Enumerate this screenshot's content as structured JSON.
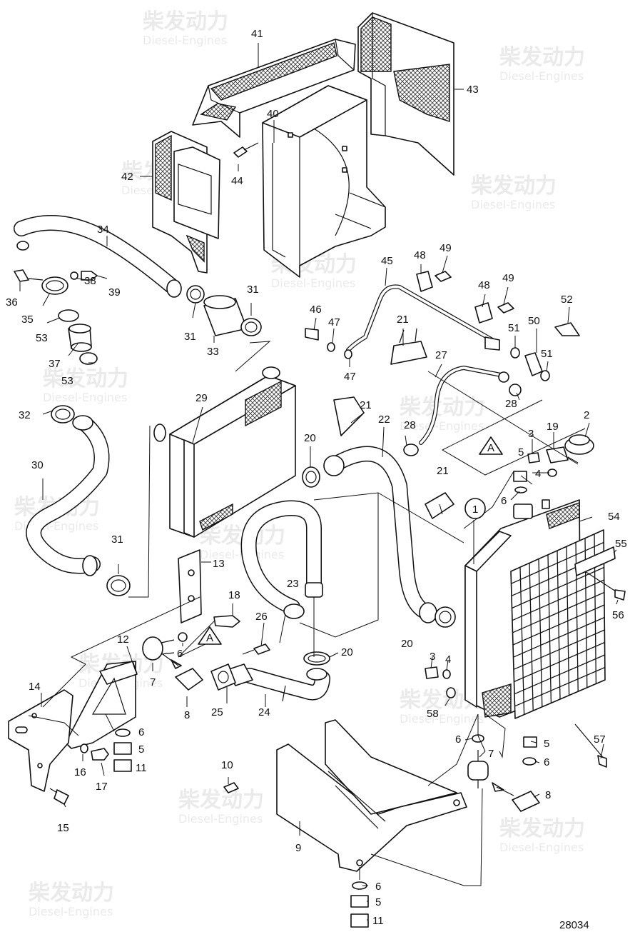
{
  "watermark": {
    "brand": "柴发动力",
    "sub": "Diesel-Engines"
  },
  "drawing_number": "28034",
  "ref_markers": {
    "ref_a": "A",
    "ref_1": "1"
  },
  "labels": {
    "l1": "1",
    "l2": "2",
    "l3": "3",
    "l3b": "3",
    "l4": "4",
    "l4b": "4",
    "l5": "5",
    "l5b": "5",
    "l5c": "5",
    "l5d": "5",
    "l6": "6",
    "l6b": "6",
    "l6c": "6",
    "l6d": "6",
    "l6e": "6",
    "l6f": "6",
    "l7": "7",
    "l7b": "7",
    "l8": "8",
    "l8b": "8",
    "l9": "9",
    "l10": "10",
    "l11": "11",
    "l11b": "11",
    "l12": "12",
    "l13": "13",
    "l14": "14",
    "l15": "15",
    "l16": "16",
    "l17": "17",
    "l18": "18",
    "l19": "19",
    "l20": "20",
    "l20b": "20",
    "l20c": "20",
    "l21": "21",
    "l21b": "21",
    "l21c": "21",
    "l22": "22",
    "l23": "23",
    "l24": "24",
    "l25": "25",
    "l26": "26",
    "l27": "27",
    "l28": "28",
    "l28b": "28",
    "l29": "29",
    "l30": "30",
    "l31": "31",
    "l31b": "31",
    "l31c": "31",
    "l32": "32",
    "l33": "33",
    "l34": "34",
    "l35": "35",
    "l36": "36",
    "l37": "37",
    "l38": "38",
    "l39": "39",
    "l40": "40",
    "l41": "41",
    "l42": "42",
    "l43": "43",
    "l44": "44",
    "l45": "45",
    "l46": "46",
    "l47": "47",
    "l47b": "47",
    "l48": "48",
    "l48b": "48",
    "l49": "49",
    "l49b": "49",
    "l50": "50",
    "l51": "51",
    "l51b": "51",
    "l52": "52",
    "l53": "53",
    "l53b": "53",
    "l54": "54",
    "l55": "55",
    "l56": "56",
    "l57": "57",
    "l58": "58"
  }
}
